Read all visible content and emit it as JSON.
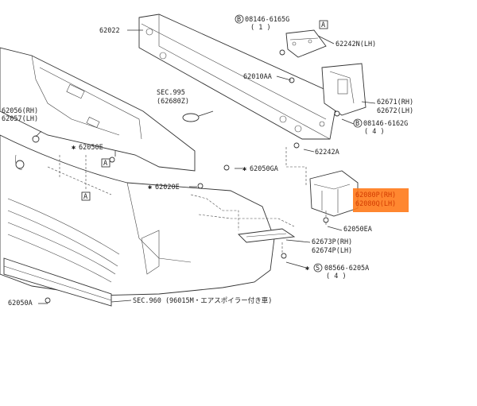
{
  "labels": {
    "p62022": "62022",
    "p08146_6165g": "08146-6165G",
    "p08146_6165g_qty": "( 1 )",
    "p62242n": "62242N(LH)",
    "p62010aa": "62010AA",
    "sec995": "SEC.995",
    "sec995_ref": "(62680Z)",
    "p62671": "62671(RH)",
    "p62672": "62672(LH)",
    "p08146_6162g": "08146-6162G",
    "p08146_6162g_qty": "( 4 )",
    "p62056": "62056(RH)",
    "p62057": "62057(LH)",
    "p62050e": "62050E",
    "p62242a": "62242A",
    "p62050ga": "62050GA",
    "p62020e": "62020E",
    "p62080p": "62080P(RH)",
    "p62080q": "62080Q(LH)",
    "p62050ea": "62050EA",
    "p62673p": "62673P(RH)",
    "p62674p": "62674P(LH)",
    "p08566_6205a": "08566-6205A",
    "p08566_6205a_qty": "( 4 )",
    "p62050a": "62050A",
    "sec960": "SEC.960 (96015M・エアスポイラー付き車)",
    "ref_a": "A",
    "mark_b": "B",
    "mark_s": "S",
    "mark_star": "✱"
  },
  "colors": {
    "highlight": "#ff7a1a",
    "highlight_text": "#d23b00",
    "line": "#333333"
  }
}
